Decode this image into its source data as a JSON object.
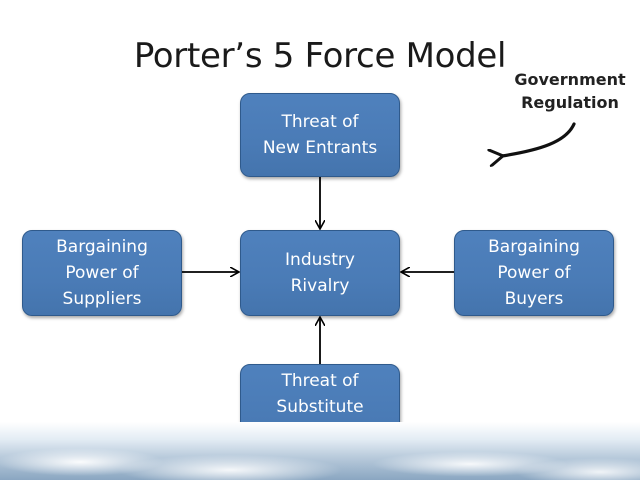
{
  "slide": {
    "title": "Porter’s 5 Force Model",
    "annotation": "Government\nRegulation"
  },
  "diagram": {
    "boxes": {
      "top": "Threat of\nNew Entrants",
      "center": "Industry\nRivalry",
      "left": "Bargaining\nPower of\nSuppliers",
      "right": "Bargaining\nPower of\nBuyers",
      "bottom": "Threat of\nSubstitute\nProducts"
    },
    "colors": {
      "box_fill": "#4f81bd",
      "box_border": "#2f5a8c",
      "box_text": "#ffffff",
      "arrow": "#000000"
    }
  }
}
